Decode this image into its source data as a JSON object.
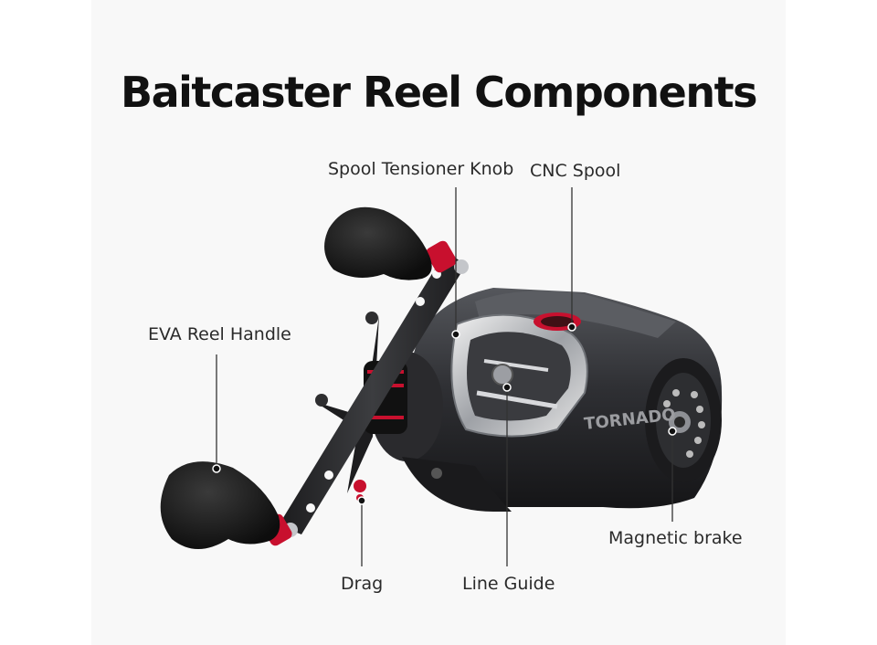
{
  "title": "Baitcaster Reel Components",
  "labels": {
    "spool_tensioner": "Spool Tensioner Knob",
    "cnc_spool": "CNC Spool",
    "eva_handle": "EVA Reel Handle",
    "magnetic_brake": "Magnetic brake",
    "drag": "Drag",
    "line_guide": "Line Guide"
  },
  "reel_brand": "TORNADO",
  "colors": {
    "accent": "#c8102e",
    "body": "#2b2b2e",
    "chrome": "#c9cbcf"
  }
}
